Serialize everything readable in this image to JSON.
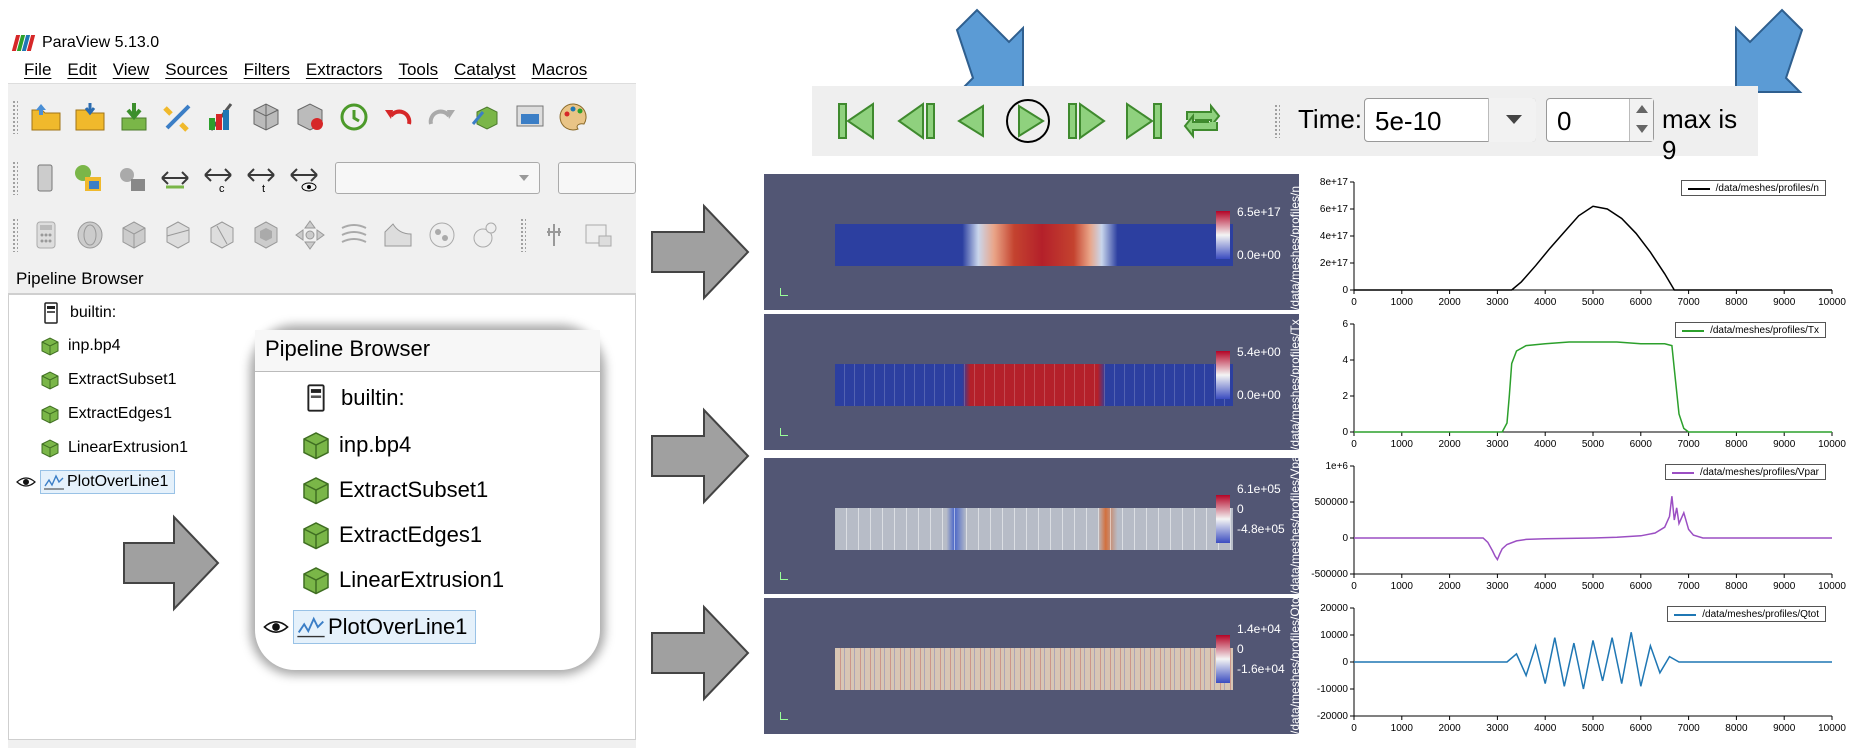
{
  "window": {
    "title": "ParaView 5.13.0"
  },
  "menubar": {
    "items": [
      "File",
      "Edit",
      "View",
      "Sources",
      "Filters",
      "Extractors",
      "Tools",
      "Catalyst",
      "Macros"
    ]
  },
  "toolbar1": {
    "icons": [
      "open-folder-icon",
      "load-state-icon",
      "save-data-icon",
      "connect-icon",
      "palette-icon",
      "server-disconnect-icon",
      "server-connect-icon",
      "reset-session-icon",
      "undo-icon",
      "redo-icon",
      "python-icon",
      "camera-icon",
      "color-palette-icon"
    ]
  },
  "toolbar2": {
    "icons": [
      "properties-icon",
      "color-map-icon",
      "rescale-icon",
      "range-icon",
      "custom-range-icon",
      "temporal-range-icon",
      "visible-range-icon"
    ],
    "combo1": "",
    "combo2": ""
  },
  "toolbar3": {
    "icons": [
      "calculator-icon",
      "contour-icon",
      "clip-icon",
      "slice-icon",
      "threshold-icon",
      "extract-subset-icon",
      "glyph-icon",
      "stream-tracer-icon",
      "warp-icon",
      "group-icon",
      "extract-level-icon",
      "spreadsheet-icon",
      "layout-icon"
    ]
  },
  "pipeline": {
    "header": "Pipeline Browser",
    "items": [
      {
        "label": "builtin:",
        "type": "server"
      },
      {
        "label": "inp.bp4",
        "type": "source"
      },
      {
        "label": "ExtractSubset1",
        "type": "filter"
      },
      {
        "label": "ExtractEdges1",
        "type": "filter"
      },
      {
        "label": "LinearExtrusion1",
        "type": "filter"
      },
      {
        "label": "PlotOverLine1",
        "type": "plot",
        "visible": true,
        "selected": true
      }
    ]
  },
  "vcr": {
    "buttons": [
      "first-frame",
      "previous-frame",
      "reverse-play",
      "play",
      "next-frame",
      "last-frame",
      "loop"
    ],
    "time_label": "Time:",
    "time_value": "5e-10",
    "step_value": "0",
    "max_label": "max is 9"
  },
  "views": [
    {
      "colorbar_max": "6.5e+17",
      "colorbar_mid": "",
      "colorbar_min": "0.0e+00",
      "title": "/data/meshes/profiles/n"
    },
    {
      "colorbar_max": "5.4e+00",
      "colorbar_mid": "",
      "colorbar_min": "0.0e+00",
      "title": "/data/meshes/profiles/Tx"
    },
    {
      "colorbar_max": "6.1e+05",
      "colorbar_mid": "0",
      "colorbar_min": "-4.8e+05",
      "title": "/data/meshes/profiles/Vpar"
    },
    {
      "colorbar_max": "1.4e+04",
      "colorbar_mid": "0",
      "colorbar_min": "-1.6e+04",
      "title": "/data/meshes/profiles/Qtot"
    }
  ],
  "chart_data": [
    {
      "type": "line",
      "series": [
        {
          "name": "/data/meshes/profiles/n",
          "color": "#000000",
          "x": [
            0,
            3300,
            3500,
            3800,
            4100,
            4400,
            4700,
            5000,
            5300,
            5600,
            5900,
            6200,
            6500,
            6700,
            10000
          ],
          "y": [
            0,
            0,
            6e+16,
            1.8e+17,
            3.1e+17,
            4.3e+17,
            5.5e+17,
            6.2e+17,
            6e+17,
            5.3e+17,
            4.2e+17,
            2.8e+17,
            1.2e+17,
            0,
            0
          ]
        }
      ],
      "xticks": [
        "0",
        "1000",
        "2000",
        "3000",
        "4000",
        "5000",
        "6000",
        "7000",
        "8000",
        "9000",
        "10000"
      ],
      "yticks": [
        "0",
        "2e+17",
        "4e+17",
        "6e+17",
        "8e+17"
      ],
      "xlim": [
        0,
        10000
      ],
      "ylim": [
        0,
        8e+17
      ]
    },
    {
      "type": "line",
      "series": [
        {
          "name": "/data/meshes/profiles/Tx",
          "color": "#2ca02c",
          "x": [
            0,
            3100,
            3200,
            3250,
            3300,
            3400,
            3600,
            4000,
            4500,
            5000,
            5500,
            6000,
            6500,
            6650,
            6700,
            6800,
            6900,
            7000,
            10000
          ],
          "y": [
            0,
            0,
            0.5,
            2.0,
            3.8,
            4.5,
            4.8,
            4.9,
            5.0,
            5.0,
            5.0,
            4.9,
            4.9,
            4.8,
            3.5,
            1.0,
            0.2,
            0,
            0
          ]
        }
      ],
      "xticks": [
        "0",
        "1000",
        "2000",
        "3000",
        "4000",
        "5000",
        "6000",
        "7000",
        "8000",
        "9000",
        "10000"
      ],
      "yticks": [
        "0",
        "2",
        "4",
        "6"
      ],
      "xlim": [
        0,
        10000
      ],
      "ylim": [
        0,
        6
      ]
    },
    {
      "type": "line",
      "series": [
        {
          "name": "/data/meshes/profiles/Vpar",
          "color": "#9b4fc3",
          "x": [
            0,
            2700,
            2800,
            2900,
            2950,
            3000,
            3050,
            3100,
            3200,
            3400,
            3600,
            4000,
            4500,
            5000,
            5500,
            6000,
            6300,
            6500,
            6600,
            6650,
            6700,
            6750,
            6800,
            6900,
            7000,
            7100,
            7300,
            10000
          ],
          "y": [
            0,
            0,
            -60000,
            -180000,
            -250000,
            -300000,
            -220000,
            -150000,
            -90000,
            -40000,
            -20000,
            -10000,
            -5000,
            0,
            10000,
            30000,
            70000,
            150000,
            300000,
            580000,
            250000,
            420000,
            200000,
            350000,
            120000,
            40000,
            0,
            0
          ]
        }
      ],
      "xticks": [
        "0",
        "1000",
        "2000",
        "3000",
        "4000",
        "5000",
        "6000",
        "7000",
        "8000",
        "9000",
        "10000"
      ],
      "yticks": [
        "-500000",
        "0",
        "500000",
        "1e+6"
      ],
      "xlim": [
        0,
        10000
      ],
      "ylim": [
        -500000,
        1000000
      ]
    },
    {
      "type": "line",
      "series": [
        {
          "name": "/data/meshes/profiles/Qtot",
          "color": "#1f77b4",
          "x": [
            0,
            3200,
            3400,
            3600,
            3800,
            4000,
            4200,
            4400,
            4600,
            4800,
            5000,
            5200,
            5400,
            5600,
            5800,
            6000,
            6200,
            6400,
            6600,
            6800,
            10000
          ],
          "y": [
            0,
            0,
            3000,
            -5000,
            6000,
            -8000,
            9000,
            -9000,
            7000,
            -10000,
            8000,
            -7000,
            9000,
            -8000,
            11000,
            -9000,
            6000,
            -4000,
            2000,
            0,
            0
          ]
        }
      ],
      "xticks": [
        "0",
        "1000",
        "2000",
        "3000",
        "4000",
        "5000",
        "6000",
        "7000",
        "8000",
        "9000",
        "10000"
      ],
      "yticks": [
        "-20000",
        "-10000",
        "0",
        "10000",
        "20000"
      ],
      "xlim": [
        0,
        10000
      ],
      "ylim": [
        -20000,
        20000
      ]
    }
  ],
  "colors": {
    "view_bg": "#525674",
    "arrow_gray": "#a0a0a0",
    "callout_blue": "#5b9bd5",
    "icon_green": "#6aaa4a"
  }
}
